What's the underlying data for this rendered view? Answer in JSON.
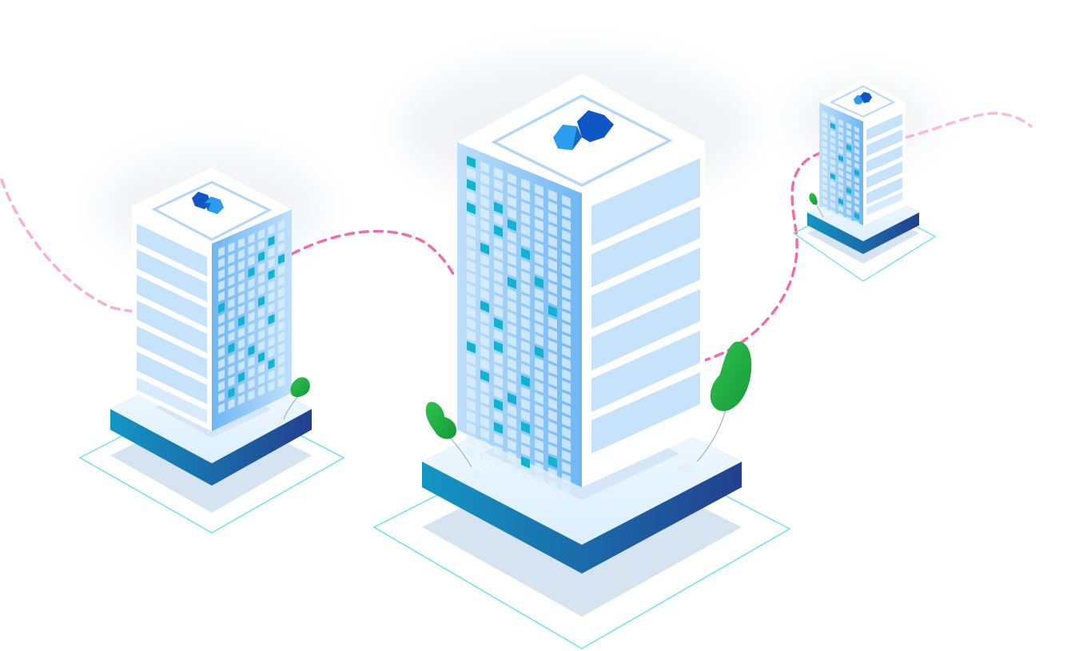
{
  "scene": {
    "buildings": [
      {
        "name": "left-building",
        "logo": "hexagon-logo-icon",
        "tree": "tree-icon"
      },
      {
        "name": "center-building",
        "logo": "hexagon-logo-icon",
        "trees": [
          "tree-icon",
          "tree-icon"
        ]
      },
      {
        "name": "right-building",
        "logo": "hexagon-logo-icon",
        "tree": "tree-icon"
      }
    ],
    "connection": {
      "style": "dashed",
      "label": "network-link"
    }
  },
  "colors": {
    "link": "#f06bb0",
    "platform_dark": "#22408f",
    "platform_teal": "#1396c4",
    "panel_light": "#c7e3fb",
    "window_blue": "#9ccdf5",
    "window_accent": "#10b4cf",
    "logo_dark": "#0f57c5",
    "logo_light": "#2a9df0",
    "tree": "#2fb84f",
    "outline": "#6ce3ea"
  }
}
